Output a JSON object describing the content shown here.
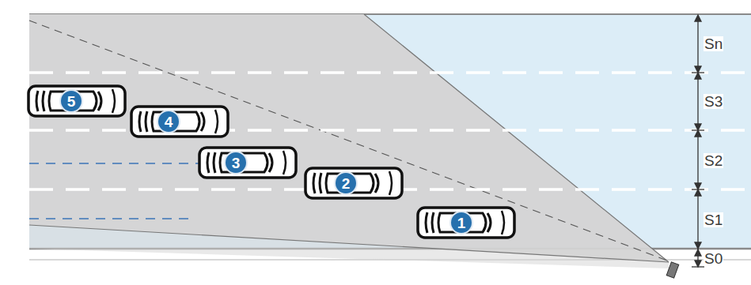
{
  "diagram": {
    "nodes": [
      {
        "text": [
          "5"
        ]
      },
      {
        "text": [
          "4"
        ]
      },
      {
        "text": [
          "3"
        ]
      },
      {
        "text": [
          "2"
        ]
      },
      {
        "text": [
          "1"
        ]
      }
    ],
    "labels": [
      "Sn",
      "S3",
      "S2",
      "S1",
      "S0"
    ]
  }
}
